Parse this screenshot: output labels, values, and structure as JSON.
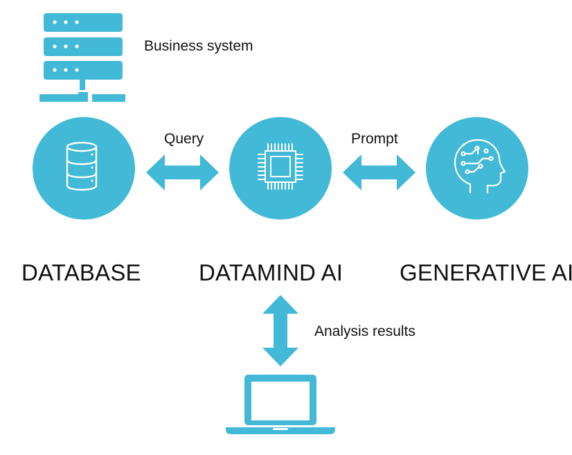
{
  "colors": {
    "accent": "#42b9d6",
    "text": "#111111",
    "background": "#ffffff",
    "icon_line": "#ffffff"
  },
  "icons": {
    "business_system": "server-rack-icon",
    "database": "database-cylinder-icon",
    "datamind": "cpu-chip-icon",
    "generative": "brain-head-icon",
    "client": "laptop-icon"
  },
  "labels": {
    "business_system": "Business system",
    "query": "Query",
    "prompt": "Prompt",
    "analysis_results": "Analysis results"
  },
  "nodes": {
    "database": "DATABASE",
    "datamind": "DATAMIND AI",
    "generative": "GENERATIVE AI"
  }
}
